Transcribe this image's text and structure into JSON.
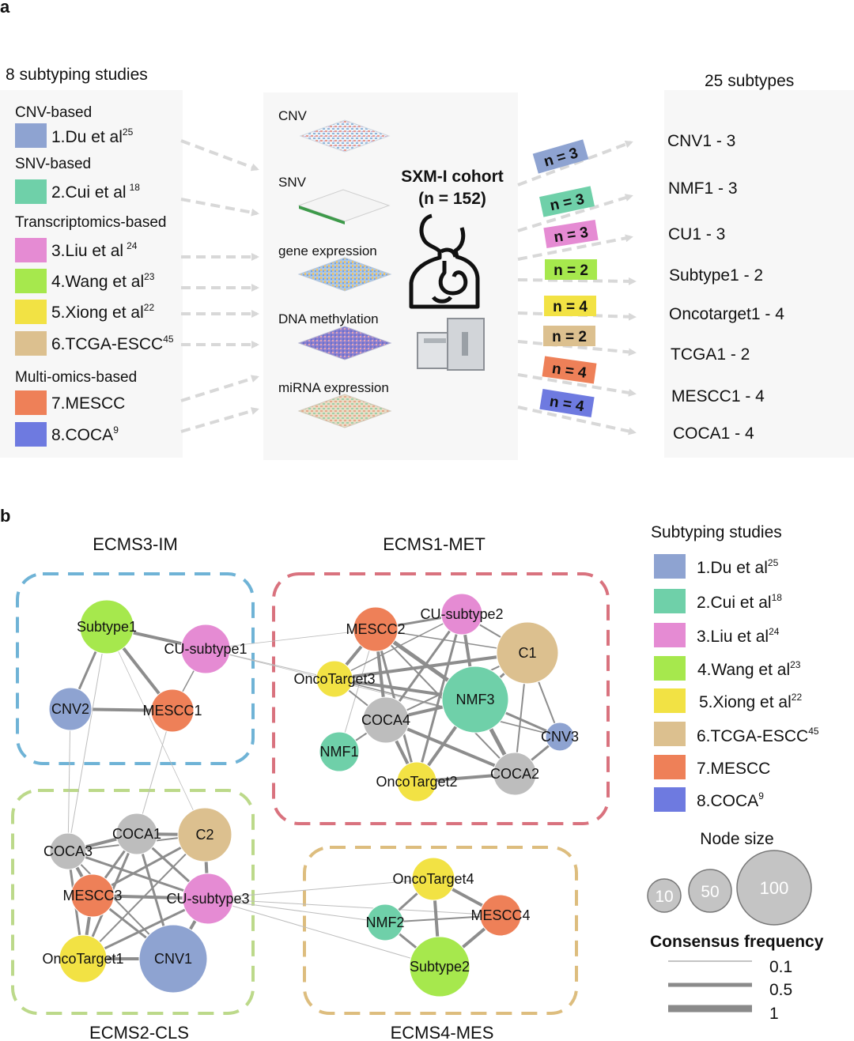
{
  "panel_a": {
    "label": "a",
    "left_heading": "8 subtyping studies",
    "right_heading": "25 subtypes",
    "studies": [
      {
        "group": "CNV-based",
        "name": "1.Du et al",
        "ref": "25",
        "color": "#8ea3d1"
      },
      {
        "group": "SNV-based",
        "name": "2.Cui et al",
        "ref": "18",
        "color": "#6fd0a9"
      },
      {
        "group": "Transcriptomics-based",
        "name": "3.Liu et al",
        "ref": "24",
        "color": "#e58bd3"
      },
      {
        "group": "",
        "name": "4.Wang et al",
        "ref": "23",
        "color": "#a6e84d"
      },
      {
        "group": "",
        "name": "5.Xiong et al",
        "ref": "22",
        "color": "#f2e244"
      },
      {
        "group": "",
        "name": "6.TCGA-ESCC",
        "ref": "45",
        "color": "#dcc08f"
      },
      {
        "group": "Multi-omics-based",
        "name": "7.MESCC",
        "ref": "",
        "color": "#ee8058"
      },
      {
        "group": "",
        "name": "8.COCA",
        "ref": "9",
        "color": "#6e7ae0"
      }
    ],
    "omics": [
      "CNV",
      "SNV",
      "gene expression",
      "DNA methylation",
      "miRNA expression"
    ],
    "cohort_title": "SXM-I cohort",
    "cohort_n": "(n = 152)",
    "counts": [
      {
        "label": "n = 3",
        "color": "#8ea3d1"
      },
      {
        "label": "n = 3",
        "color": "#6fd0a9"
      },
      {
        "label": "n = 3",
        "color": "#e58bd3"
      },
      {
        "label": "n = 2",
        "color": "#a6e84d"
      },
      {
        "label": "n = 4",
        "color": "#f2e244"
      },
      {
        "label": "n = 2",
        "color": "#dcc08f"
      },
      {
        "label": "n = 4",
        "color": "#ee8058"
      },
      {
        "label": "n = 4",
        "color": "#6e7ae0"
      }
    ],
    "subtypes": [
      "CNV1 - 3",
      "NMF1 - 3",
      "CU1 - 3",
      "Subtype1 - 2",
      "Oncotarget1 - 4",
      "TCGA1 - 2",
      "MESCC1 - 4",
      "COCA1 - 4"
    ]
  },
  "panel_b": {
    "label": "b",
    "clusters": [
      {
        "name": "ECMS3-IM",
        "color": "#6fb3d6"
      },
      {
        "name": "ECMS1-MET",
        "color": "#d9727e"
      },
      {
        "name": "ECMS2-CLS",
        "color": "#bcd98a"
      },
      {
        "name": "ECMS4-MES",
        "color": "#ddbd7e"
      }
    ],
    "nodes": [
      {
        "id": "Subtype1",
        "study": 4
      },
      {
        "id": "CU-subtype1",
        "study": 3
      },
      {
        "id": "CNV2",
        "study": 1
      },
      {
        "id": "MESCC1",
        "study": 7
      },
      {
        "id": "MESCC2",
        "study": 7
      },
      {
        "id": "CU-subtype2",
        "study": 3
      },
      {
        "id": "C1",
        "study": 6
      },
      {
        "id": "OncoTarget3",
        "study": 5
      },
      {
        "id": "NMF3",
        "study": 2
      },
      {
        "id": "COCA4",
        "study": 8
      },
      {
        "id": "CNV3",
        "study": 1
      },
      {
        "id": "NMF1",
        "study": 2
      },
      {
        "id": "OncoTarget2",
        "study": 5
      },
      {
        "id": "COCA2",
        "study": 8
      },
      {
        "id": "COCA1",
        "study": 8
      },
      {
        "id": "C2",
        "study": 6
      },
      {
        "id": "COCA3",
        "study": 8
      },
      {
        "id": "MESCC3",
        "study": 7
      },
      {
        "id": "CU-subtype3",
        "study": 3
      },
      {
        "id": "OncoTarget1",
        "study": 5
      },
      {
        "id": "CNV1",
        "study": 1
      },
      {
        "id": "OncoTarget4",
        "study": 5
      },
      {
        "id": "NMF2",
        "study": 2
      },
      {
        "id": "MESCC4",
        "study": 7
      },
      {
        "id": "Subtype2",
        "study": 4
      }
    ],
    "node_colors_note_grey": "#bdbdbd",
    "legend": {
      "title": "Subtyping studies",
      "items": [
        {
          "name": "1.Du et al",
          "ref": "25",
          "color": "#8ea3d1"
        },
        {
          "name": "2.Cui et al",
          "ref": "18",
          "color": "#6fd0a9"
        },
        {
          "name": "3.Liu et al",
          "ref": "24",
          "color": "#e58bd3"
        },
        {
          "name": "4.Wang et al",
          "ref": "23",
          "color": "#a6e84d"
        },
        {
          "name": "5.Xiong et al",
          "ref": "22",
          "color": "#f2e244"
        },
        {
          "name": "6.TCGA-ESCC",
          "ref": "45",
          "color": "#dcc08f"
        },
        {
          "name": "7.MESCC",
          "ref": "",
          "color": "#ee8058"
        },
        {
          "name": "8.COCA",
          "ref": "9",
          "color": "#6e7ae0"
        }
      ],
      "node_size_title": "Node size",
      "node_sizes": [
        "10",
        "50",
        "100"
      ],
      "freq_title": "Consensus frequency",
      "freqs": [
        "0.1",
        "0.5",
        "1"
      ]
    }
  }
}
